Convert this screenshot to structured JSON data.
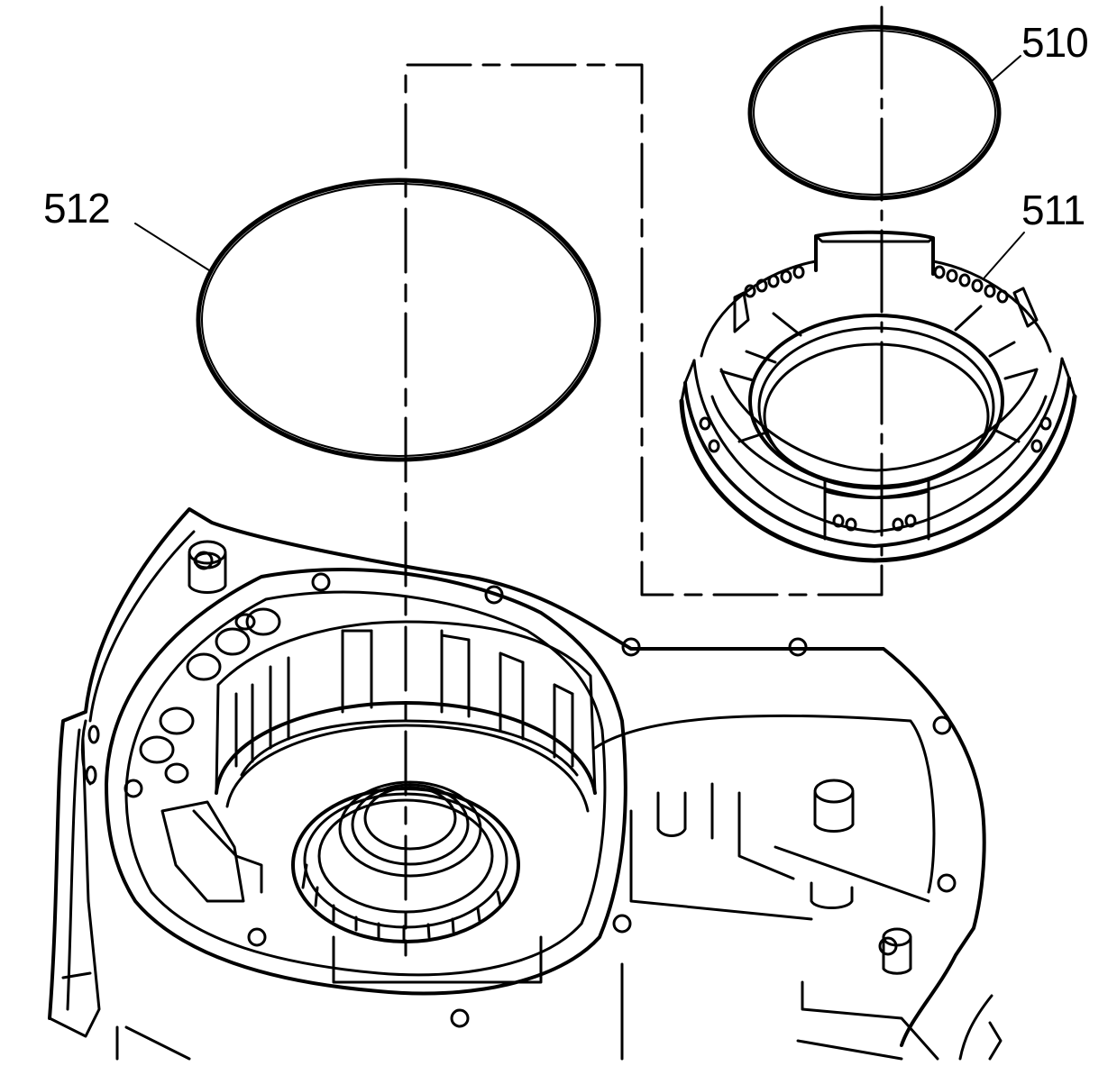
{
  "diagram": {
    "callouts": [
      {
        "id": "510",
        "text": "510"
      },
      {
        "id": "511",
        "text": "511"
      },
      {
        "id": "512",
        "text": "512"
      }
    ],
    "colors": {
      "ink": "#000000",
      "paper": "#ffffff"
    }
  }
}
